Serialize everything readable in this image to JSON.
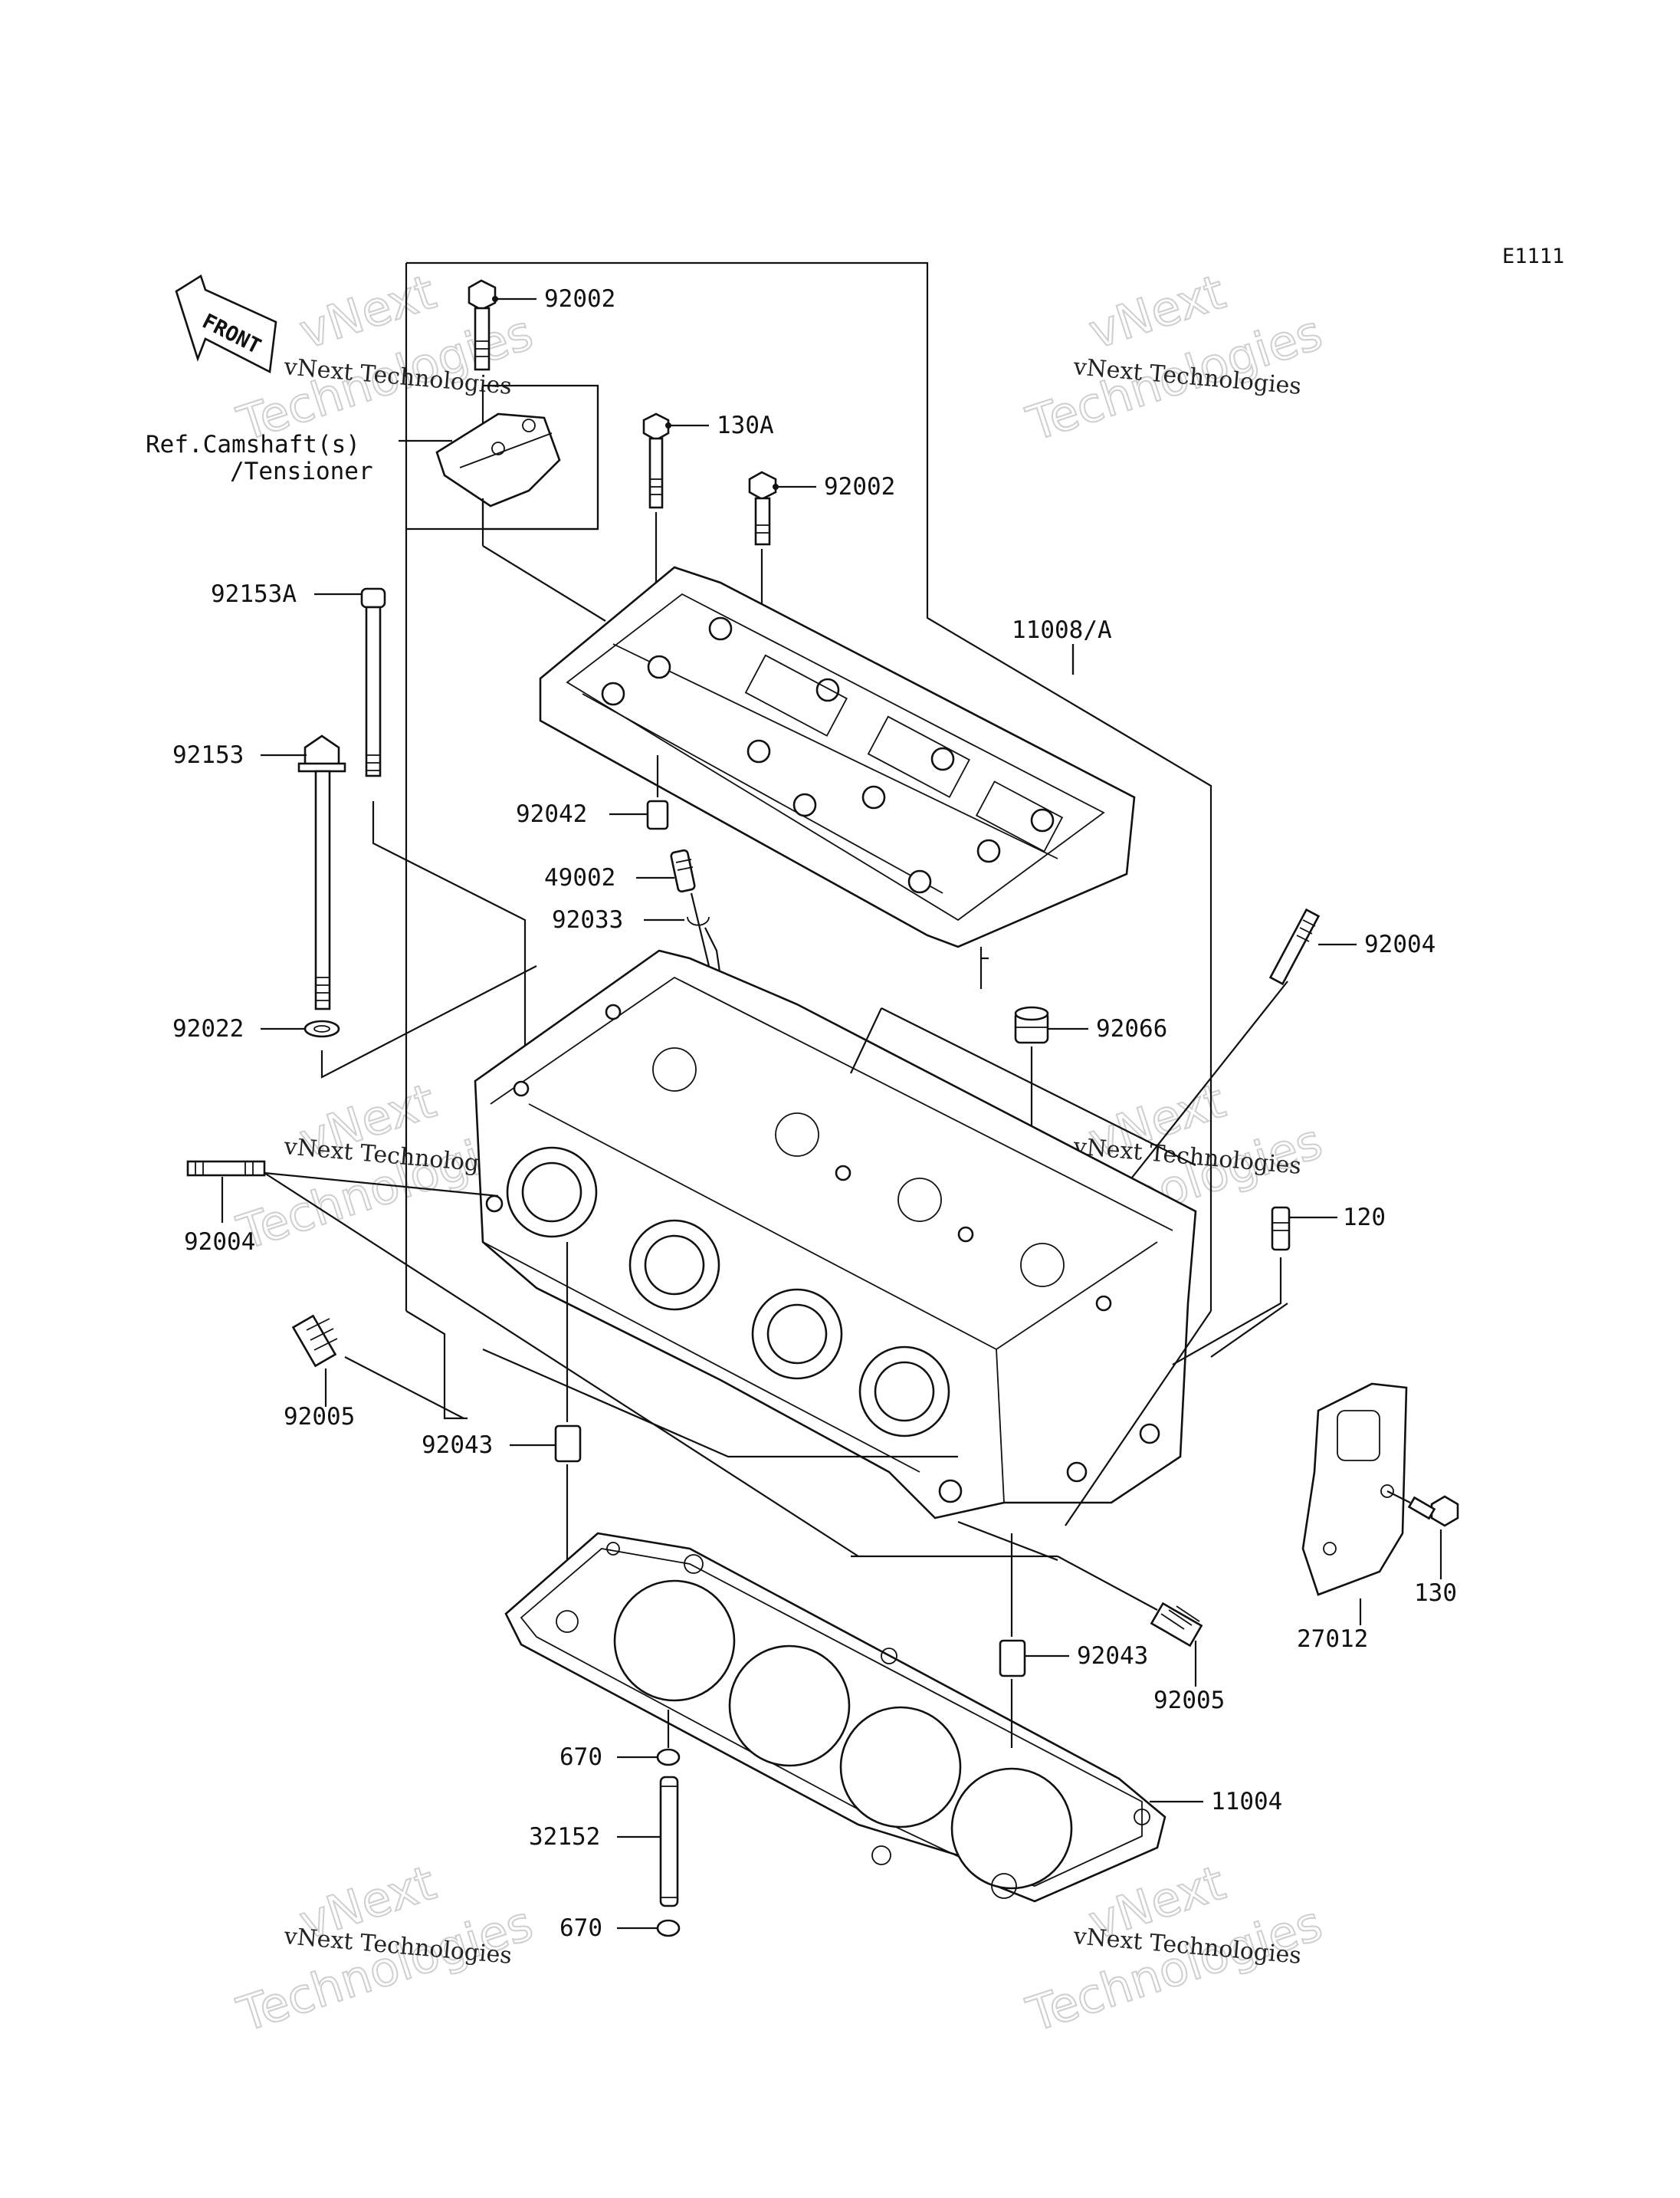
{
  "diagram_code": "E1111",
  "front_arrow_label": "FRONT",
  "reference_note": {
    "line1": "Ref.Camshaft(s)",
    "line2": "/Tensioner"
  },
  "watermark_text": "vNext Technologies",
  "watermark_big_line1": "vNext",
  "watermark_big_line2": "Technologies",
  "callouts": {
    "p92002_top": "92002",
    "p130A": "130A",
    "p92002_mid": "92002",
    "p92153A": "92153A",
    "p11008A": "11008/A",
    "p92153": "92153",
    "p92042": "92042",
    "p49002": "49002",
    "p92033": "92033",
    "p92004_right": "92004",
    "p92066": "92066",
    "p92022": "92022",
    "p92004_left": "92004",
    "p120": "120",
    "p92005_left": "92005",
    "p92043_left": "92043",
    "p27012": "27012",
    "p130": "130",
    "p92043_right": "92043",
    "p92005_right": "92005",
    "p670_top": "670",
    "p11004": "11004",
    "p32152": "32152",
    "p670_bottom": "670"
  }
}
